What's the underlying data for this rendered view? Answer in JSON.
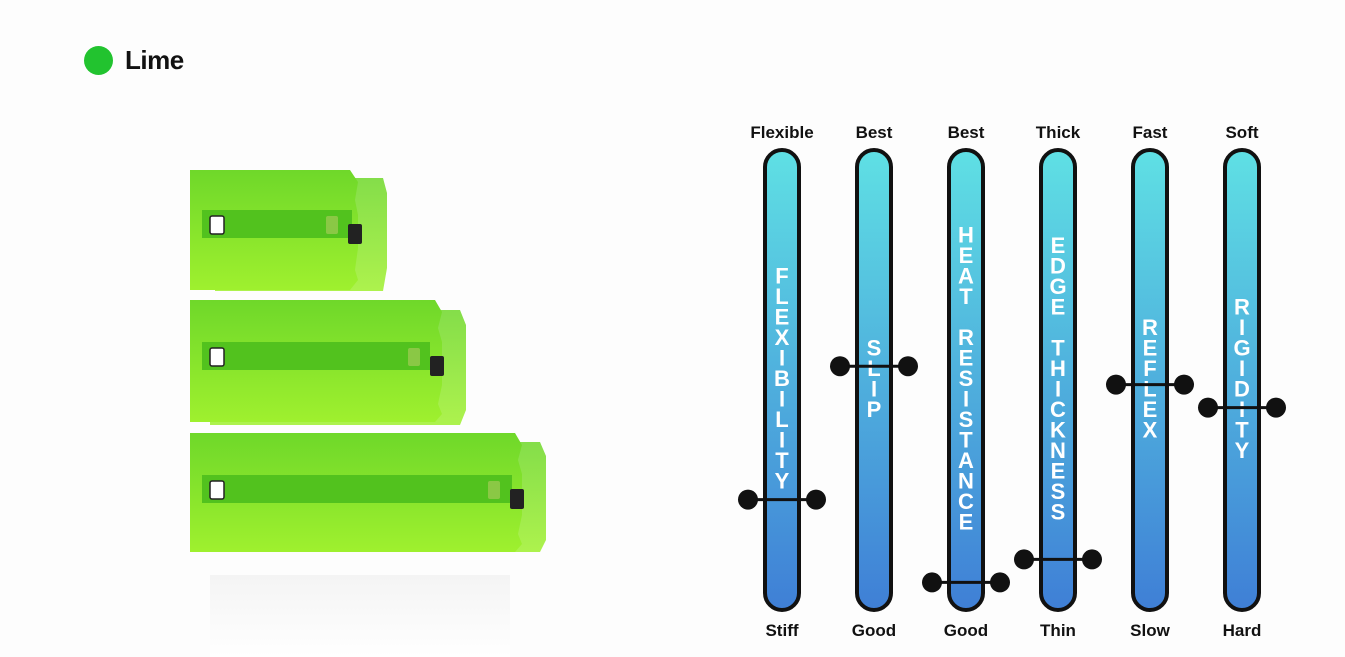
{
  "color_name": "Lime",
  "color_dot": "#22c32f",
  "colors": {
    "squeegee_light": "#8fee2c",
    "squeegee_dark": "#4fce1c",
    "meter_top": "#5fe0e4",
    "meter_bottom": "#3f7fd6",
    "meter_border": "#111111"
  },
  "meters": [
    {
      "top_label": "Flexible",
      "bottom_label": "Stiff",
      "word": "FLEXIBILITY",
      "level": 0.24
    },
    {
      "top_label": "Best",
      "bottom_label": "Good",
      "word": "SLIP",
      "level": 0.53
    },
    {
      "top_label": "Best",
      "bottom_label": "Good",
      "word": "HEAT RESISTANCE",
      "level": 0.06
    },
    {
      "top_label": "Thick",
      "bottom_label": "Thin",
      "word": "EDGE THICKNESS",
      "level": 0.11
    },
    {
      "top_label": "Fast",
      "bottom_label": "Slow",
      "word": "REFLEX",
      "level": 0.49
    },
    {
      "top_label": "Soft",
      "bottom_label": "Hard",
      "word": "RIGIDITY",
      "level": 0.44
    }
  ]
}
